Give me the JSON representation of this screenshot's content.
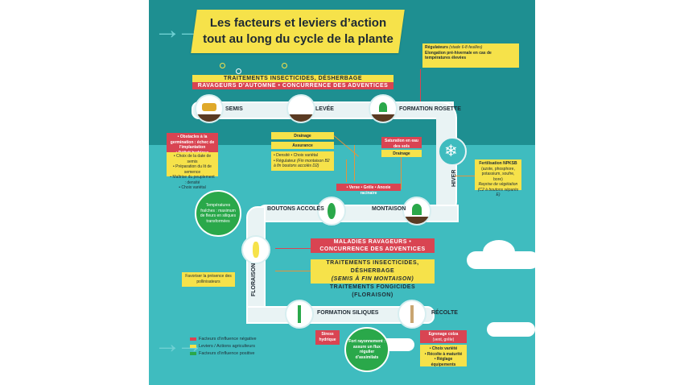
{
  "title": {
    "line1": "Les facteurs et leviers d’action",
    "line2": "tout au long du cycle de la plante"
  },
  "colors": {
    "background": "#3fbcbf",
    "dark_band": "#1e8f91",
    "yellow": "#f6e24a",
    "red": "#d94452",
    "green": "#2aa84a",
    "road": "#e9f3f4"
  },
  "top_banner": {
    "yellow_line": "TRAITEMENTS INSECTICIDES, DÉSHERBAGE",
    "red_line": "RAVAGEURS D’AUTOMNE  •  CONCURRENCE DES ADVENTICES"
  },
  "stages": {
    "semis": "SEMIS",
    "levee": "LEVÉE",
    "formation_rosette": "FORMATION ROSETTE",
    "hiver": "HIVER",
    "montaison": "MONTAISON",
    "boutons_accoles": "BOUTONS ACCOLÉS",
    "floraison": "FLORAISON",
    "formation_siliques": "FORMATION SILIQUES",
    "recolte": "RÉCOLTE"
  },
  "regulateurs_box": {
    "heading": "Régulateurs",
    "heading_note": "(stade 6-8 feuilles)",
    "text": "Elongation pré-hivernale en cas de températures élevées"
  },
  "semis_box": {
    "red_lines": [
      "• Obstacles à la germination : échec de l’implantation",
      "• Déficit hydrique"
    ],
    "yellow_lines": [
      "• Choix de la date de semis",
      "• Préparation du lit de semence",
      "• Maîtrise du peuplement : densité",
      "• Choix variétal"
    ]
  },
  "drainage_box": {
    "drainage": "Drainage",
    "assurance": "Assurance",
    "line1": "• Densité • Choix variétal",
    "line2": "• Régulateur",
    "line2_note": "(Fin montaison B2 à fin boutons accolés D2)"
  },
  "saturation_box": {
    "red": "Saturation en eau des sols",
    "yellow": "Drainage"
  },
  "fertilisation_box": {
    "heading": "Fertilisation NPKSB",
    "text": "(azote, phosphore, potassium, soufre, bore)",
    "note": "Reprise de végétation (C2 à boutons séparés E)"
  },
  "verse_bar": "• Verse • Grêle • Anoxie racinaire",
  "temperatures_bubble": "Températures fraîches : maximum de fleurs en siliques transformées",
  "maladies_banner": {
    "line1": "MALADIES RAVAGEURS •",
    "line2": "CONCURRENCE DES ADVENTICES"
  },
  "traitements_banner": {
    "line1": "TRAITEMENTS INSECTICIDES, DÉSHERBAGE",
    "line2": "(SEMIS À FIN MONTAISON)",
    "line3": "TRAITEMENTS FONGICIDES (FLORAISON)"
  },
  "pollinisateurs_box": "Favoriser la présence des pollinisateurs",
  "stress_box": "Stress hydrique",
  "fort_bubble": "Fort rayonnement : assure un flux régulier d’assimilats",
  "egrenage_box": {
    "red": "Egrenage colza",
    "red_note": "(vent, grêle)",
    "yellow_lines": [
      "• Choix variété",
      "• Récolte à maturité",
      "• Réglage équipements"
    ]
  },
  "legend": [
    {
      "label": "Facteurs d’influence négative",
      "color": "#d94452"
    },
    {
      "label": "Leviers / Actions agriculteurs",
      "color": "#f6e24a"
    },
    {
      "label": "Facteurs d’influence positive",
      "color": "#2aa84a"
    }
  ]
}
